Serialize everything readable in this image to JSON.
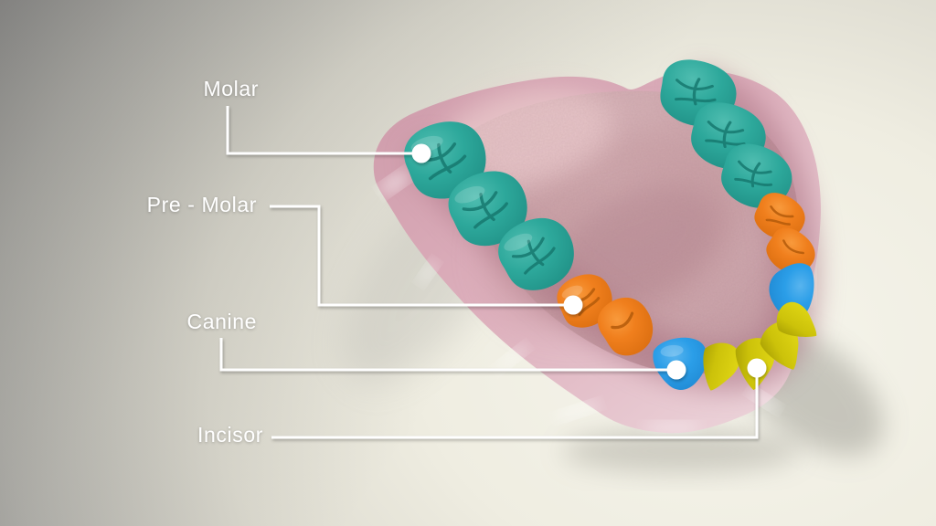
{
  "diagram": {
    "labels": [
      {
        "id": "molar",
        "text": "Molar",
        "tooth_color": "#2FA79A"
      },
      {
        "id": "premolar",
        "text": "Pre - Molar",
        "tooth_color": "#F07E1E"
      },
      {
        "id": "canine",
        "text": "Canine",
        "tooth_color": "#2B9EE8"
      },
      {
        "id": "incisor",
        "text": "Incisor",
        "tooth_color": "#D3C90D"
      }
    ],
    "visible_tooth_counts": {
      "molar": 6,
      "premolar": 4,
      "canine": 2,
      "incisor": 4
    },
    "leader_line_color": "#FFFFFF",
    "label_text_color": "#FFFFFF",
    "gum_color": "#DDAFBC",
    "palate_color": "#CFA9AE"
  }
}
